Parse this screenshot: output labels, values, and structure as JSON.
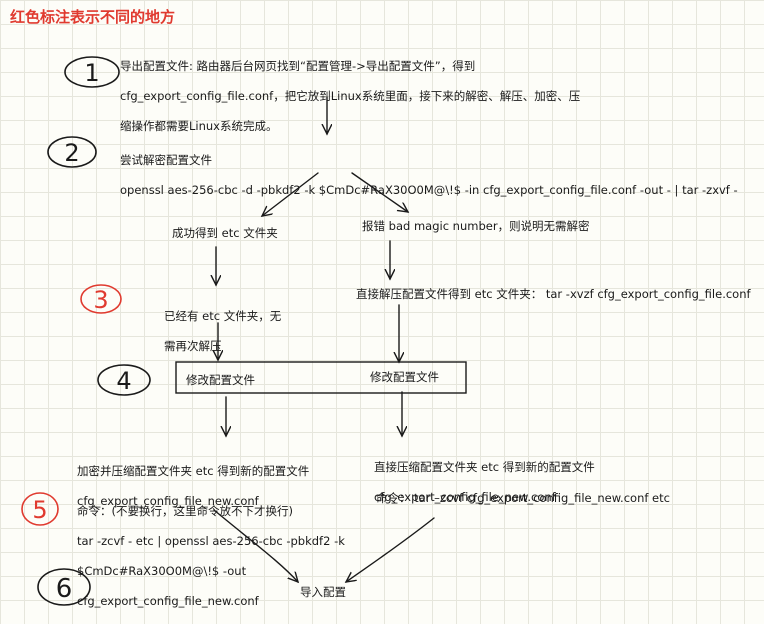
{
  "title": "红色标注表示不同的地方",
  "step_numbers": [
    "1",
    "2",
    "3",
    "4",
    "5",
    "6"
  ],
  "step1": {
    "lines": [
      "导出配置文件: 路由器后台网页找到“配置管理->导出配置文件”，得到",
      "cfg_export_config_file.conf，把它放到Linux系统里面，接下来的解密、解压、加密、压",
      "缩操作都需要Linux系统完成。"
    ]
  },
  "step2": {
    "heading": "尝试解密配置文件",
    "command": "openssl aes-256-cbc -d -pbkdf2 -k $CmDc#RaX30O0M@\\!$ -in cfg_export_config_file.conf -out - | tar -zxvf -"
  },
  "branch_left": "成功得到 etc 文件夹",
  "branch_right": "报错 bad magic number，则说明无需解密",
  "left_note": [
    "已经有 etc 文件夹，无",
    "需再次解压"
  ],
  "right_note": "直接解压配置文件得到 etc 文件夹：  tar -xvzf cfg_export_config_file.conf",
  "box": {
    "left_label": "修改配置文件",
    "right_label": "修改配置文件"
  },
  "left_result": [
    "加密并压缩配置文件夹 etc 得到新的配置文件",
    "cfg_export_config_file_new.conf"
  ],
  "right_result": [
    "直接压缩配置文件夹 etc 得到新的配置文件",
    "cfg_export_config_file_new.conf"
  ],
  "left_cmd": [
    "命令：(不要换行，这里命令放不下才换行)",
    "tar -zcvf - etc | openssl aes-256-cbc -pbkdf2 -k",
    "$CmDc#RaX30O0M@\\!$ -out",
    "cfg_export_config_file_new.conf"
  ],
  "right_cmd": "命令：  tar –zcvf   cfg_export_config_file_new.conf etc",
  "final": "导入配置",
  "colors": {
    "accent": "#e03a2f",
    "ink": "#1a1a1a"
  }
}
